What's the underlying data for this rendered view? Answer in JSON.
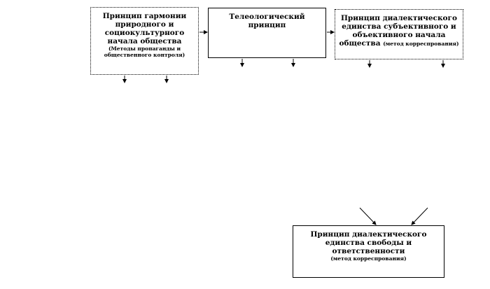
{
  "box1": {
    "lines": [
      "Принцип гармонии",
      "природного и",
      "социокультурного",
      "начала общества"
    ],
    "sub": [
      "(Методы пропаганды и",
      "общественного контроля)"
    ]
  },
  "box2": {
    "lines": [
      "Телеологический",
      "принцип"
    ]
  },
  "box3": {
    "lines": [
      "Принцип диалектического",
      "единства субъективного и",
      "объективного начала"
    ],
    "last_line": "общества",
    "last_line_sub": "(метод корреспрования)"
  },
  "box4": {
    "lines": [
      "Принцип диалектического",
      "единства свободы и",
      "ответственности"
    ],
    "sub": [
      "(метод корреспрования)"
    ]
  }
}
